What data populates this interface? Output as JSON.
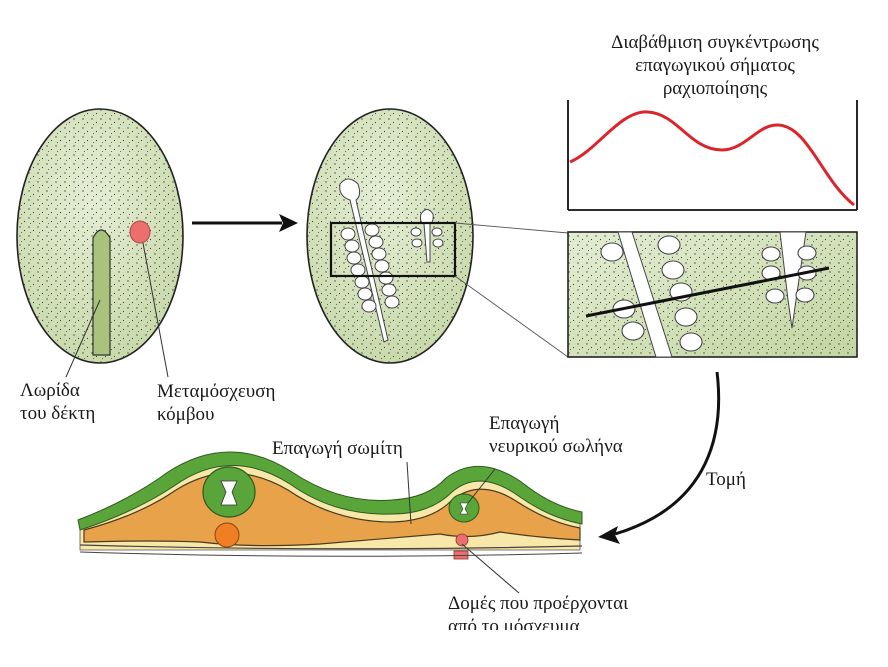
{
  "colors": {
    "embryo_fill": "#d6e3bf",
    "embryo_stroke": "#222222",
    "node_graft": "#ec6f6f",
    "gradient_curve": "#d9262c",
    "ectoderm": "#5aa53a",
    "mesoderm": "#e8a24a",
    "endoderm": "#f7e7a8",
    "notochord": "#f07f24"
  },
  "labels": {
    "host_strip": [
      "Λωρίδα",
      "του δέκτη"
    ],
    "node_graft": [
      "Μεταμόσχευση",
      "κόμβου"
    ],
    "gradient_title": [
      "Διαβάθμιση συγκέντρωσης",
      "επαγωγικού σήματος",
      "ραχιοποίησης"
    ],
    "section": "Τομή",
    "somite_induction": "Επαγωγή σωμίτη",
    "neural_tube_induction": [
      "Επαγωγή",
      "νευρικού σωλήνα"
    ],
    "graft_derived": [
      "Δομές που προέρχονται",
      "από το μόσχευμα"
    ]
  },
  "icons": {
    "arrow_right": "arrow-right-icon",
    "arrow_curved": "curved-arrow-icon"
  }
}
